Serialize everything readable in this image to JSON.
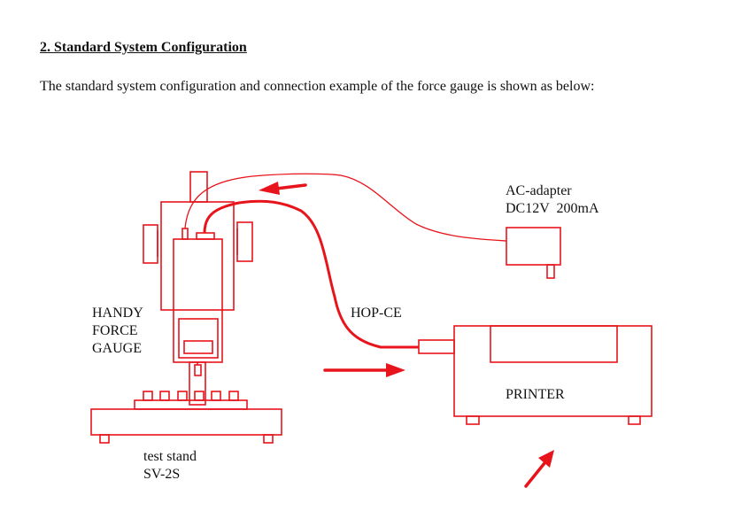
{
  "heading": "2. Standard System Configuration",
  "paragraph": "The standard system configuration and connection example of the force gauge is shown as below:",
  "diagram": {
    "stroke_color": "#e8141c",
    "labels": {
      "ac_adapter": [
        "AC-adapter",
        "DC12V  200mA"
      ],
      "gauge": [
        "HANDY",
        "FORCE",
        "GAUGE"
      ],
      "cable": "HOP-CE",
      "printer": "PRINTER",
      "stand": [
        "test stand",
        "SV-2S"
      ]
    }
  }
}
